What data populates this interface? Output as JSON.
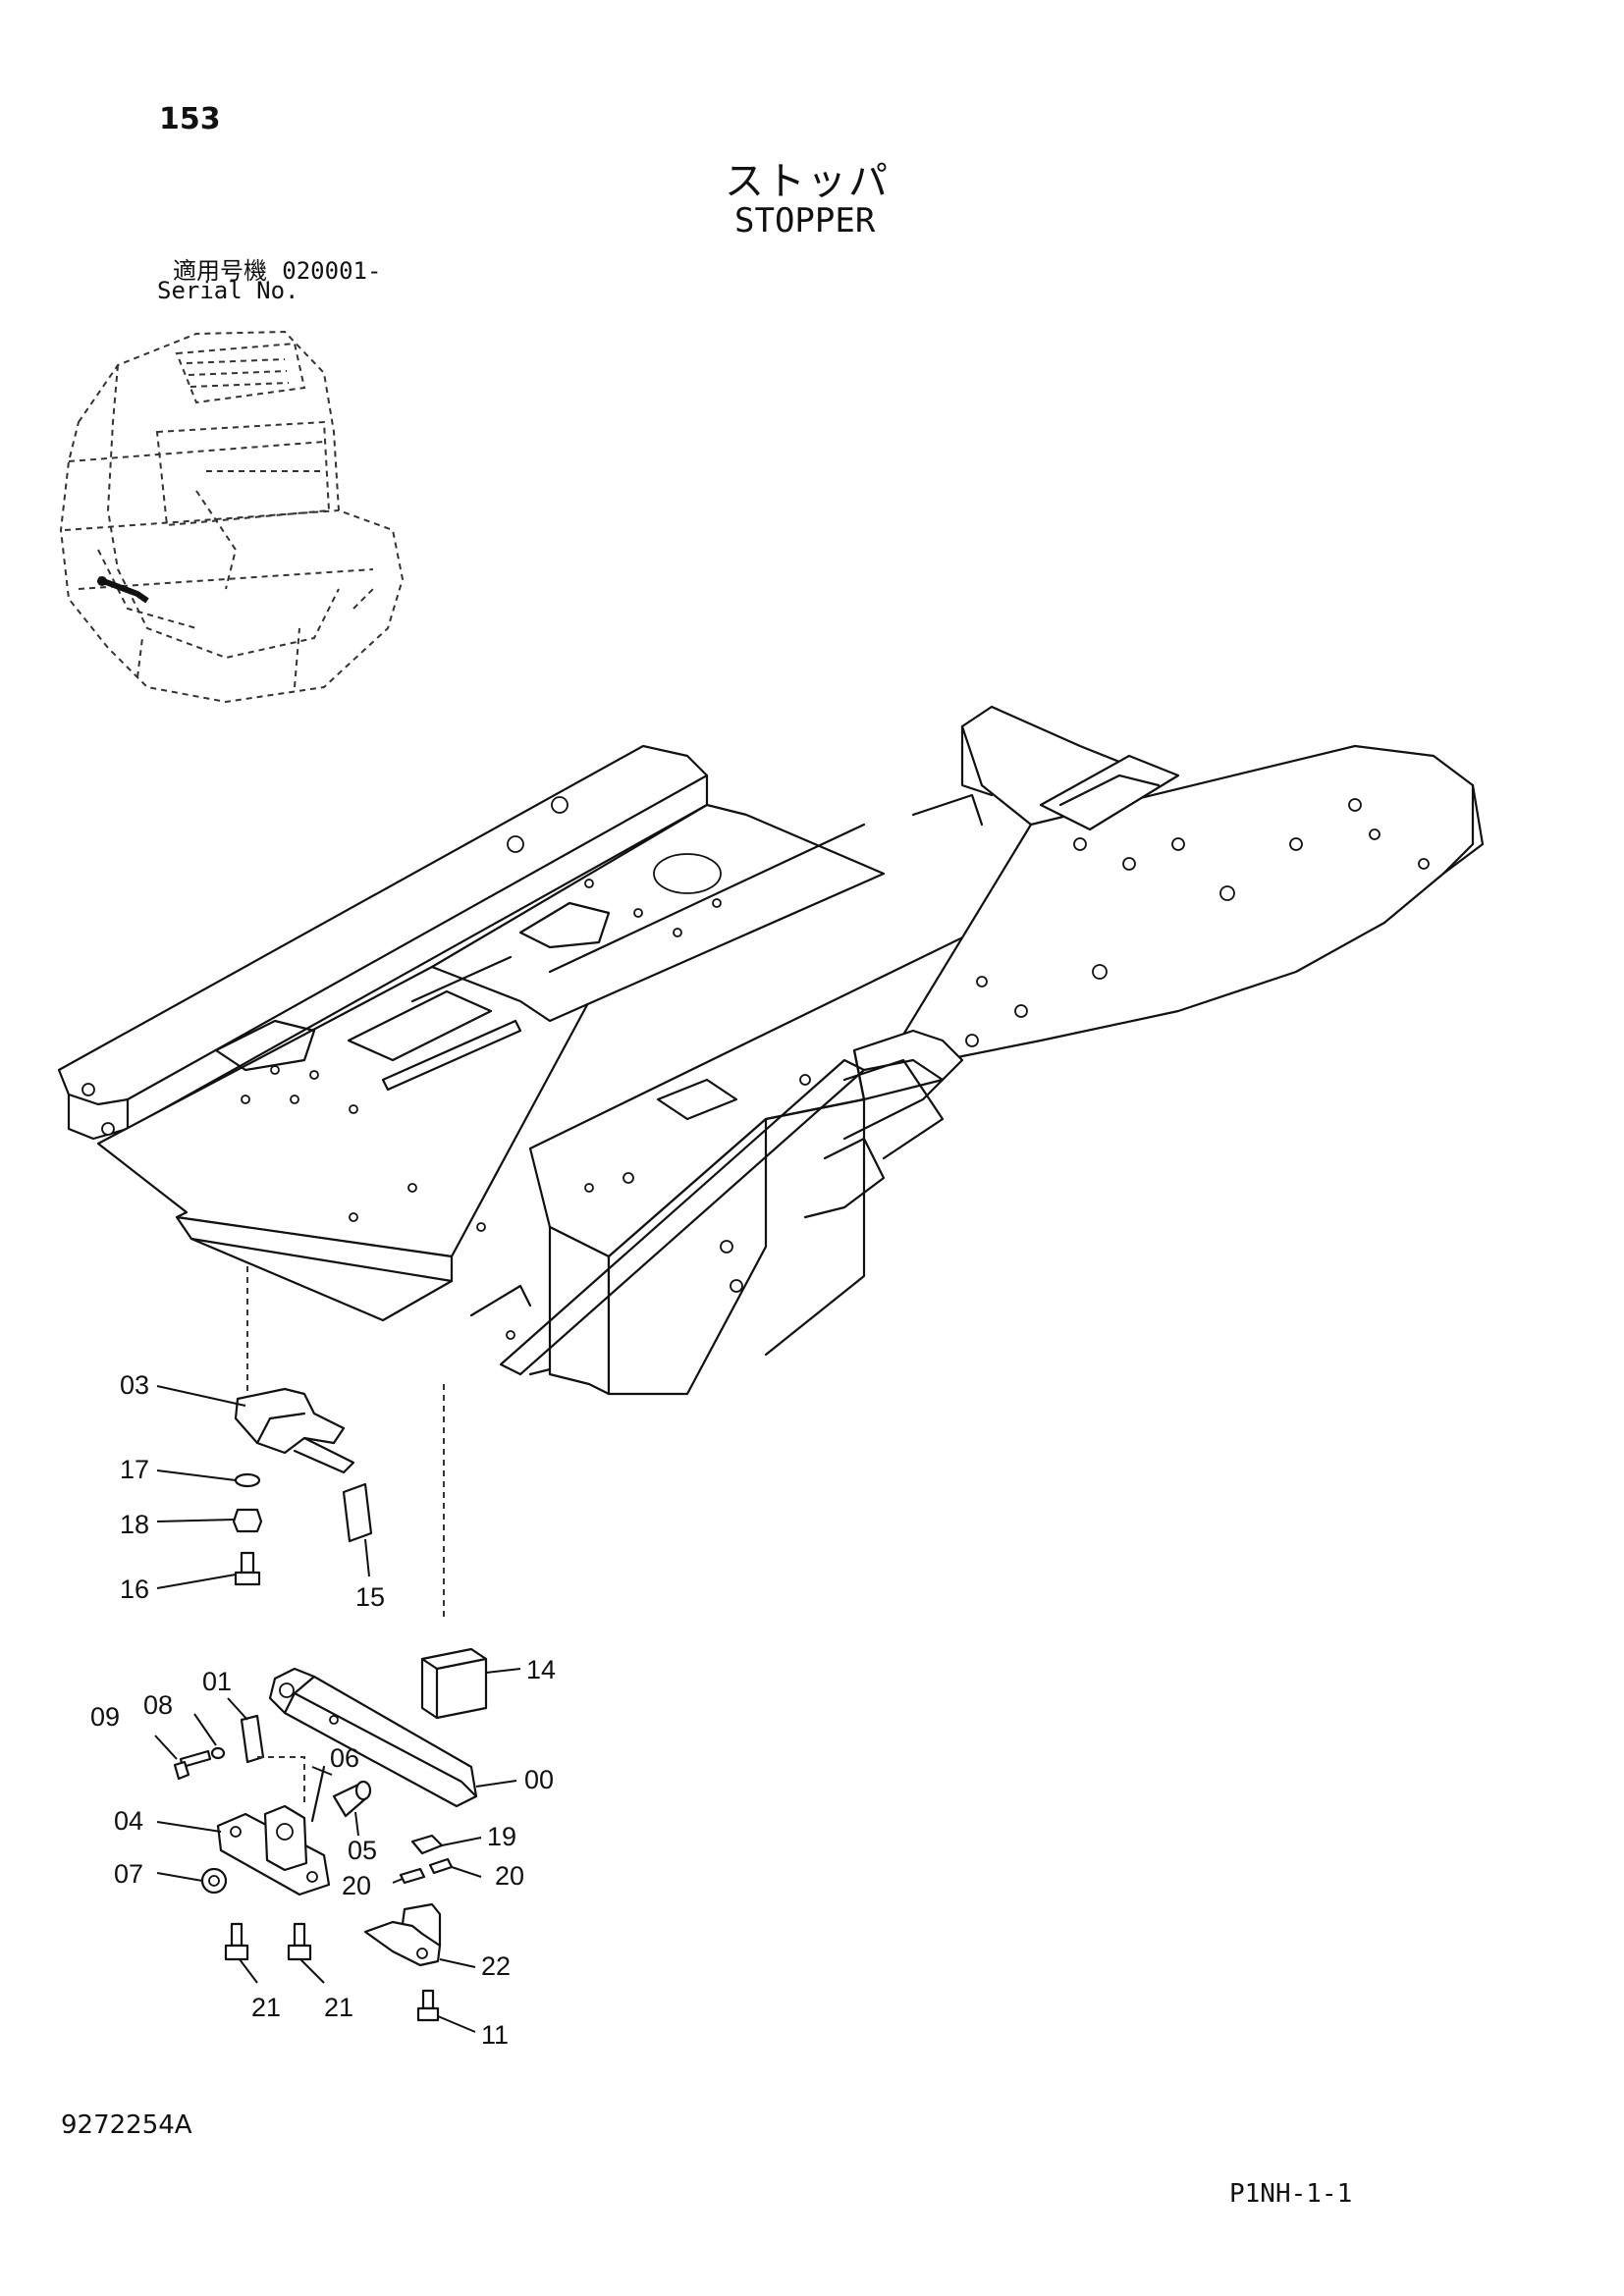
{
  "header": {
    "page_number": "153",
    "title_jp": "ストッパ",
    "title_en": "STOPPER",
    "serial_label_jp": "適用号機",
    "serial_value": "020001-",
    "serial_label_en": "Serial No."
  },
  "callouts": {
    "c00": "00",
    "c01": "01",
    "c03": "03",
    "c04": "04",
    "c05": "05",
    "c06": "06",
    "c07": "07",
    "c08": "08",
    "c09": "09",
    "c11": "11",
    "c14": "14",
    "c15": "15",
    "c16": "16",
    "c17": "17",
    "c18": "18",
    "c19": "19",
    "c20a": "20",
    "c20b": "20",
    "c21a": "21",
    "c21b": "21",
    "c22": "22"
  },
  "footer": {
    "doc_code": "9272254A",
    "sheet_code": "P1NH-1-1"
  }
}
